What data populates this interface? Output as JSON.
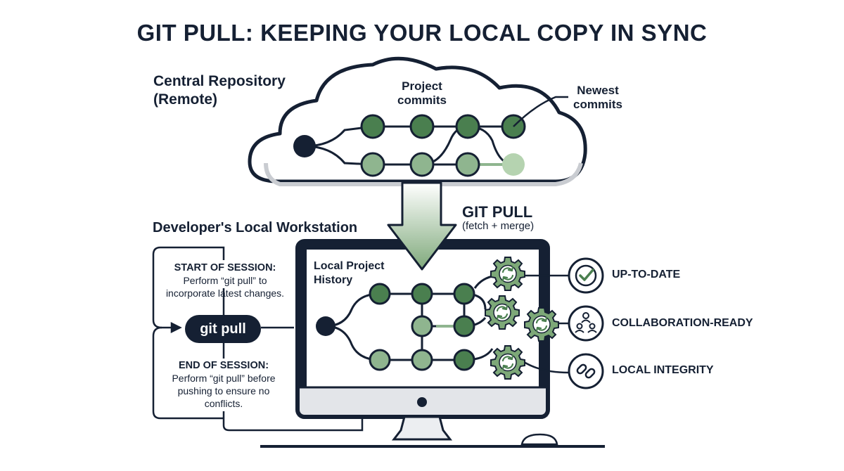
{
  "title": "GIT PULL: KEEPING YOUR LOCAL COPY IN SYNC",
  "remote": {
    "label_line1": "Central Repository",
    "label_line2": "(Remote)",
    "project_commits_line1": "Project",
    "project_commits_line2": "commits",
    "newest_commits_line1": "Newest",
    "newest_commits_line2": "commits"
  },
  "pull": {
    "title": "GIT PULL",
    "subtitle": "(fetch + merge)"
  },
  "local": {
    "workstation_label": "Developer's Local Workstation",
    "history_line1": "Local Project",
    "history_line2": "History"
  },
  "workflow": {
    "start_title": "START OF SESSION:",
    "start_line1": "Perform “git pull” to",
    "start_line2": "incorporate latest changes.",
    "command": "git pull",
    "end_title": "END OF SESSION:",
    "end_line1": "Perform “git pull” before",
    "end_line2": "pushing to ensure no",
    "end_line3": "conflicts."
  },
  "benefits": [
    {
      "label": "UP-TO-DATE",
      "icon": "check-circle-icon"
    },
    {
      "label": "COLLABORATION-READY",
      "icon": "people-network-icon"
    },
    {
      "label": "LOCAL INTEGRITY",
      "icon": "chain-link-icon"
    }
  ],
  "colors": {
    "navy": "#152033",
    "commit_dark": "#4a7f4f",
    "commit_light": "#8fb58f",
    "commit_pale": "#b5d3b0",
    "gear": "#6f9a6c"
  }
}
